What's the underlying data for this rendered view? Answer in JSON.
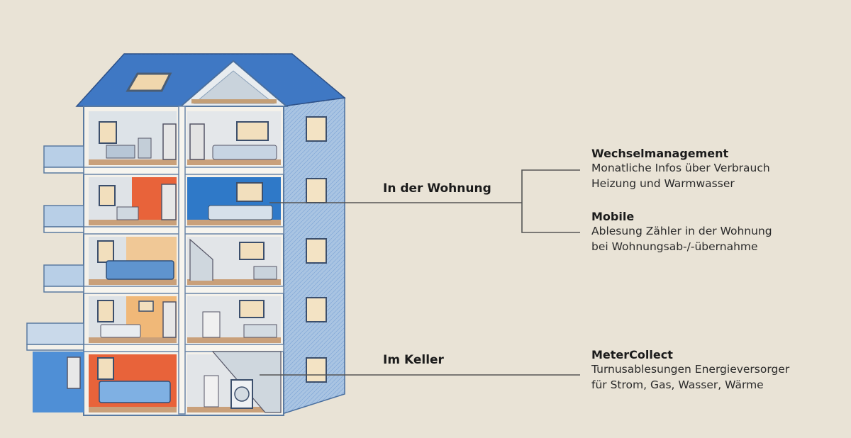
{
  "labels": {
    "in_apartment": "In der Wohnung",
    "in_basement": "Im Keller"
  },
  "items": [
    {
      "title": "Wechselmanagement",
      "lines": [
        "Monatliche Infos über Verbrauch",
        "Heizung und Warmwasser"
      ]
    },
    {
      "title": "Mobile",
      "lines": [
        "Ablesung Zähler in der Wohnung",
        "bei Wohnungsab-/-übernahme"
      ]
    },
    {
      "title": "MeterCollect",
      "lines": [
        "Turnusablesungen Energieversorger",
        "für Strom, Gas, Wasser, Wärme"
      ]
    }
  ],
  "colors": {
    "background": "#e9e3d6",
    "roof": "#3f78c4",
    "wall_side": "#a9c4e2",
    "room_orange": "#e8633a",
    "room_blue": "#2f79c8",
    "connector": "#555555"
  }
}
